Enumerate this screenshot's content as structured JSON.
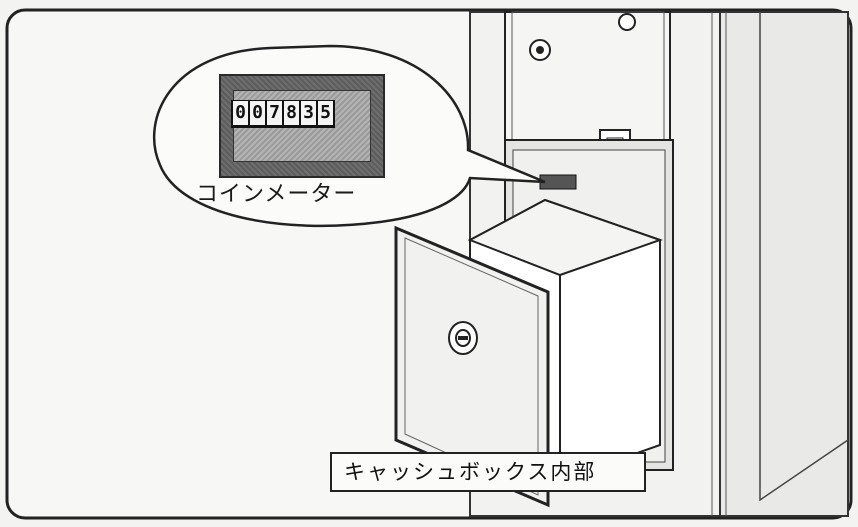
{
  "meter": {
    "digits": [
      "0",
      "0",
      "7",
      "8",
      "3",
      "5"
    ],
    "label": "コインメーター"
  },
  "cashbox": {
    "label": "キャッシュボックス内部"
  }
}
